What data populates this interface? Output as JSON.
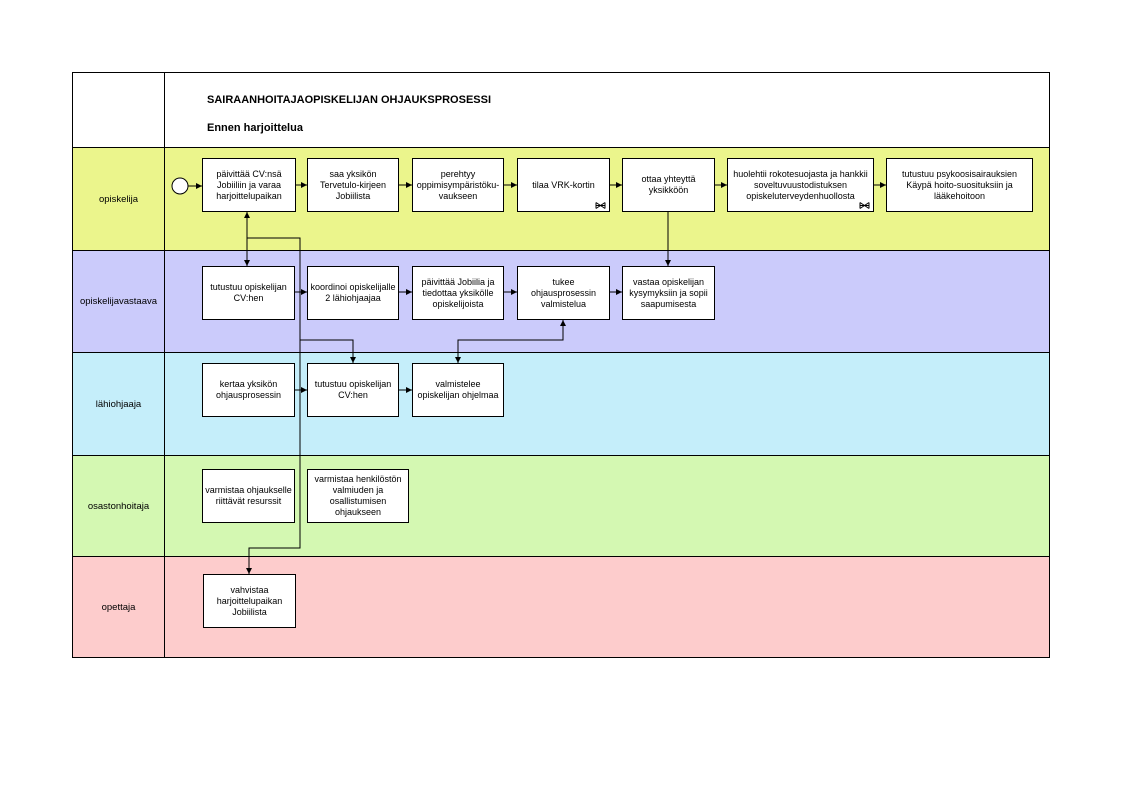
{
  "header": {
    "title": "SAIRAANHOITAJAOPISKELIJAN OHJAUKSPROSESSI",
    "subtitle": "Ennen harjoittelua"
  },
  "lanes": [
    {
      "label": "opiskelija",
      "color": "#ebf58c",
      "tasks": [
        {
          "text": "päivittää CV:nsä Jobiiliin ja varaa harjoittelupaikan"
        },
        {
          "text": "saa yksikön Tervetulo-kirjeen Jobiilista"
        },
        {
          "text": "perehtyy oppimisympäristöku-vaukseen"
        },
        {
          "text": "tilaa VRK-kortin",
          "icon": "linked-process-icon"
        },
        {
          "text": "ottaa yhteyttä yksikköön"
        },
        {
          "text": "huolehtii rokotesuojasta ja hankkii soveltuvuustodistuksen opiskeluterveydenhuollosta",
          "icon": "linked-process-icon"
        },
        {
          "text": "tutustuu psykoosisairauksien Käypä hoito-suosituksiin ja lääkehoitoon"
        }
      ]
    },
    {
      "label": "opiskelijavastaava",
      "color": "#cbcbfb",
      "tasks": [
        {
          "text": "tutustuu opiskelijan CV:hen"
        },
        {
          "text": "koordinoi opiskelijalle 2 lähiohjaajaa"
        },
        {
          "text": "päivittää Jobiilia ja tiedottaa yksikölle opiskelijoista"
        },
        {
          "text": "tukee ohjausprosessin valmistelua"
        },
        {
          "text": "vastaa opiskelijan kysymyksiin ja sopii saapumisesta"
        }
      ]
    },
    {
      "label": "lähiohjaaja",
      "color": "#c5eefa",
      "tasks": [
        {
          "text": "kertaa yksikön ohjausprosessin"
        },
        {
          "text": "tutustuu opiskelijan CV:hen"
        },
        {
          "text": "valmistelee opiskelijan ohjelmaa"
        }
      ]
    },
    {
      "label": "osastonhoitaja",
      "color": "#d4f8b2",
      "tasks": [
        {
          "text": "varmistaa ohjaukselle riittävät resurssit"
        },
        {
          "text": "varmistaa henkilöstön valmiuden ja osallistumisen ohjaukseen"
        }
      ]
    },
    {
      "label": "opettaja",
      "color": "#fdcccc",
      "tasks": [
        {
          "text": "vahvistaa harjoittelupaikan Jobiilista"
        }
      ]
    }
  ]
}
